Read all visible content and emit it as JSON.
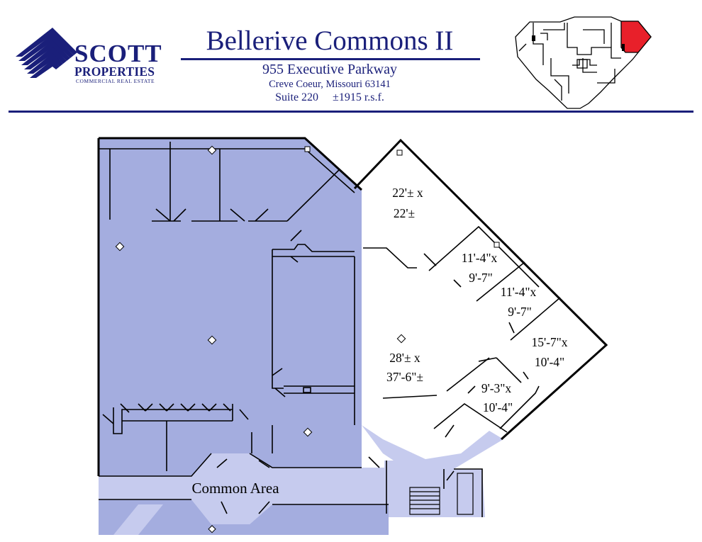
{
  "header": {
    "logo": {
      "name": "SCOTT",
      "sub": "PROPERTIES",
      "tagline": "COMMERCIAL REAL ESTATE"
    },
    "title": "Bellerive Commons II",
    "address_line1": "955 Executive Parkway",
    "address_line2": "Creve Coeur, Missouri  63141",
    "suite": "Suite 220",
    "area": "±1915 r.s.f."
  },
  "plan": {
    "rooms": [
      {
        "line1": "22'± x",
        "line2": "22'±"
      },
      {
        "line1": "11'-4\"x",
        "line2": "9'-7\""
      },
      {
        "line1": "11'-4\"x",
        "line2": "9'-7\""
      },
      {
        "line1": "15'-7\"x",
        "line2": "10'-4\""
      },
      {
        "line1": "28'± x",
        "line2": "37'-6\"±"
      },
      {
        "line1": "9'-3\"x",
        "line2": "10'-4\""
      }
    ],
    "common_area": "Common Area"
  },
  "colors": {
    "brand_navy": "#1a1f7a",
    "occupied_fill": "#a4addf",
    "common_fill": "#c6cbee",
    "highlight_suite": "#e8202a",
    "wall": "#000000"
  }
}
